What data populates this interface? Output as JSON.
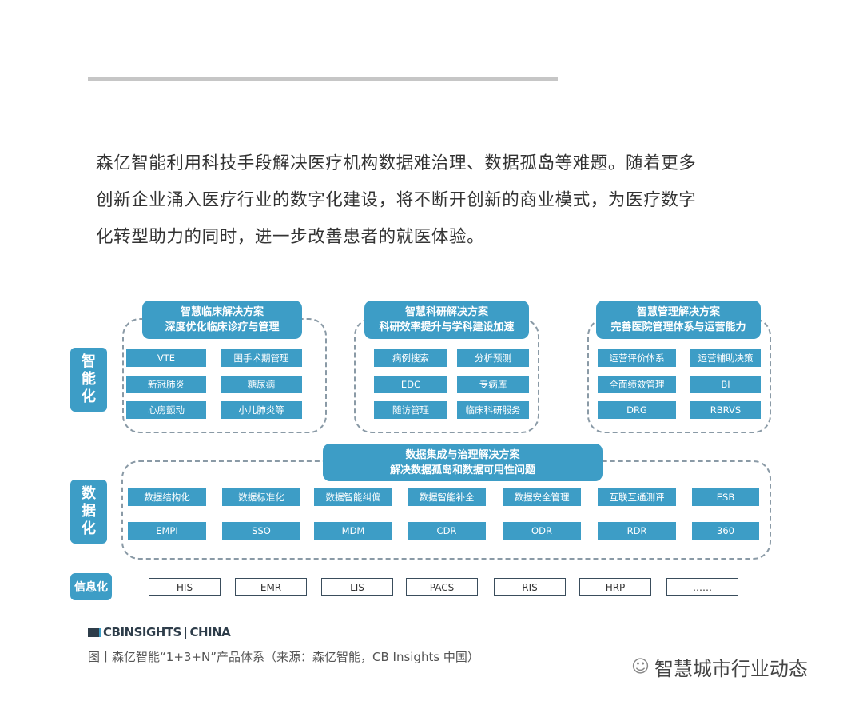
{
  "paragraph": [
    "森亿智能利用科技手段解决医疗机构数据难治理、数据孤岛等难题。随着更多",
    "创新企业涌入医疗行业的数字化建设，将不断开创新的商业模式，为医疗数字",
    "化转型助力的同时，进一步改善患者的就医体验。"
  ],
  "diagram": {
    "tiers": {
      "intelligent": [
        "智",
        "能",
        "化"
      ],
      "data": [
        "数",
        "据",
        "化"
      ],
      "info": "信息化"
    },
    "groups": [
      {
        "title": "智慧临床解决方案",
        "subtitle": "深度优化临床诊疗与管理",
        "items": [
          "VTE",
          "围手术期管理",
          "新冠肺炎",
          "糖尿病",
          "心房颤动",
          "小儿肺炎等"
        ]
      },
      {
        "title": "智慧科研解决方案",
        "subtitle": "科研效率提升与学科建设加速",
        "items": [
          "病例搜索",
          "分析预测",
          "EDC",
          "专病库",
          "随访管理",
          "临床科研服务"
        ]
      },
      {
        "title": "智慧管理解决方案",
        "subtitle": "完善医院管理体系与运营能力",
        "items": [
          "运营评价体系",
          "运营辅助决策",
          "全面绩效管理",
          "BI",
          "DRG",
          "RBRVS"
        ]
      }
    ],
    "data_group": {
      "title": "数据集成与治理解决方案",
      "subtitle": "解决数据孤岛和数据可用性问题",
      "row1": [
        "数据结构化",
        "数据标准化",
        "数据智能纠偏",
        "数据智能补全",
        "数据安全管理",
        "互联互通测评",
        "ESB"
      ],
      "row2": [
        "EMPI",
        "SSO",
        "MDM",
        "CDR",
        "ODR",
        "RDR",
        "360"
      ]
    },
    "info_items": [
      "HIS",
      "EMR",
      "LIS",
      "PACS",
      "RIS",
      "HRP",
      "……"
    ]
  },
  "logo": {
    "cb": "CBINSIGHTS",
    "sep": "|",
    "china": "CHINA"
  },
  "caption": "图丨森亿智能“1+3+N”产品体系（来源：森亿智能，CB Insights 中国）",
  "watermark": "智慧城市行业动态",
  "colors": {
    "accent": "#3d9dc6"
  }
}
